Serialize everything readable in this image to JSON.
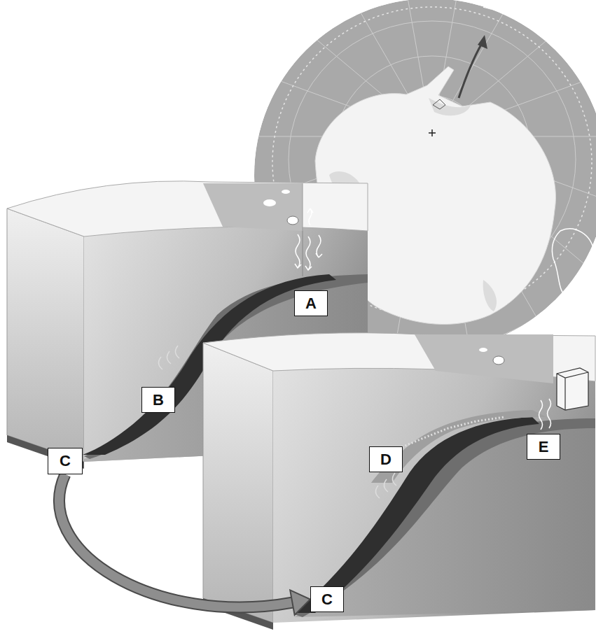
{
  "diagram": {
    "nodes": [
      {
        "text": [
          "A"
        ]
      },
      {
        "text": [
          "B"
        ]
      },
      {
        "text": [
          "C"
        ]
      },
      {
        "text": [
          "E"
        ]
      },
      {
        "text": [
          "D"
        ]
      },
      {
        "text": [
          "C"
        ]
      }
    ],
    "edges": [
      {
        "from": 2,
        "to": 5,
        "arrow": "to"
      }
    ]
  }
}
